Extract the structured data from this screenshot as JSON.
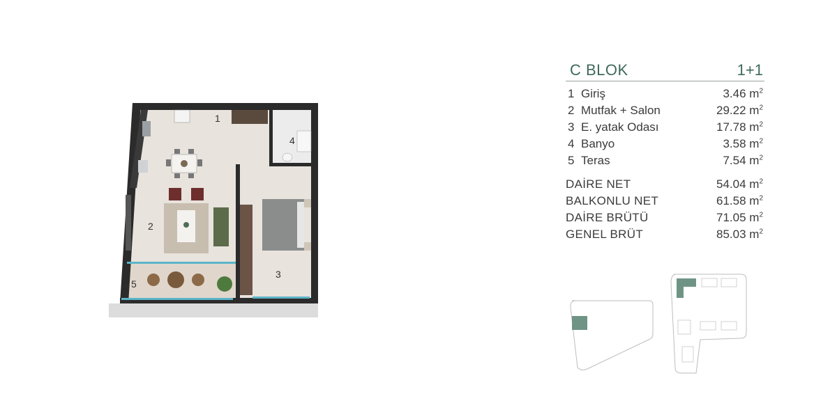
{
  "block": "C BLOK",
  "unit_type": "1+1",
  "rooms": [
    {
      "num": "1",
      "name": "Giriş",
      "area": "3.46 m",
      "unit_sup": "2"
    },
    {
      "num": "2",
      "name": "Mutfak + Salon",
      "area": "29.22 m",
      "unit_sup": "2"
    },
    {
      "num": "3",
      "name": "E. yatak Odası",
      "area": "17.78 m",
      "unit_sup": "2"
    },
    {
      "num": "4",
      "name": "Banyo",
      "area": "3.58 m",
      "unit_sup": "2"
    },
    {
      "num": "5",
      "name": "Teras",
      "area": "7.54 m",
      "unit_sup": "2"
    }
  ],
  "totals": [
    {
      "name": "DAİRE NET",
      "area": "54.04 m",
      "unit_sup": "2"
    },
    {
      "name": "BALKONLU NET",
      "area": "61.58 m",
      "unit_sup": "2"
    },
    {
      "name": "DAİRE BRÜTÜ",
      "area": "71.05 m",
      "unit_sup": "2"
    },
    {
      "name": "GENEL BRÜT",
      "area": "85.03 m",
      "unit_sup": "2"
    }
  ],
  "plan_labels": [
    "1",
    "2",
    "3",
    "4",
    "5"
  ],
  "colors": {
    "accent": "#3f6a5b",
    "highlight": "#6f9486",
    "wall": "#2b2b2b",
    "floor": "#e6e0d8",
    "glass": "#5bb4c8"
  }
}
